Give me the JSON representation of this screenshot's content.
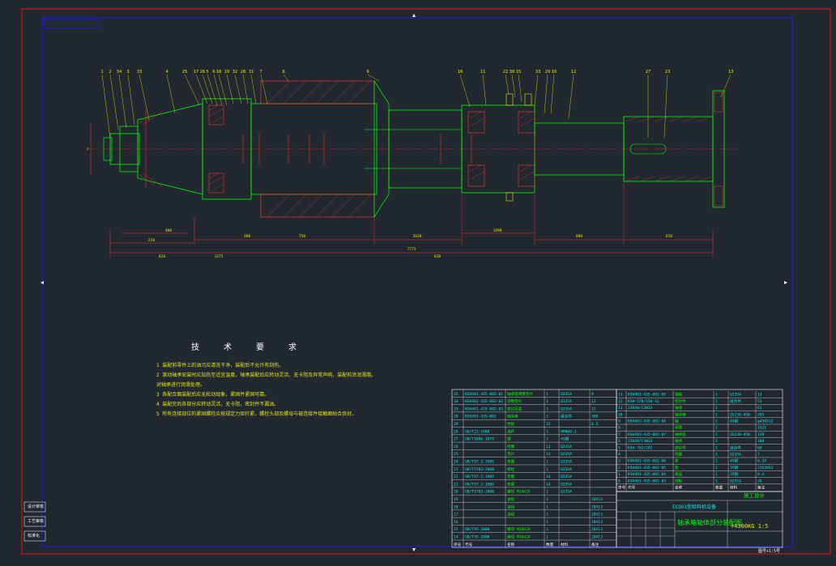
{
  "drawing": {
    "title": "轴承箱轴体部分装配图",
    "drawing_number": "+4300KG 1:5",
    "company": "ECOO1型给料机设备",
    "scale_note": "图号+1:5号",
    "technical_requirements_title": "技 术 要 求",
    "technical_requirements": [
      "1 装配前零件上的油污应清洗干净，装配后不允许有刮伤。",
      "2 滚动轴承安装时应加热至适宜温度，轴承装配后应转动灵活，无卡阻及异常声响，装配前涂润滑脂。",
      "  对轴承进行润滑处理。",
      "3 各配合面装配后应无松动现象，紧固件紧固可靠。",
      "4 装配完后各部分应转动灵活，无卡阻，密封件不漏油。",
      "5 所有连接部位的紧固螺栓应按规定力矩拧紧，螺栓头部及螺母与被连接件接触面贴合良好。"
    ],
    "left_stamp_labels": [
      "设计审核",
      "工艺审核",
      "标准化"
    ],
    "balloons_top": [
      "1",
      "2",
      "34",
      "3",
      "33",
      "4",
      "25",
      "17",
      "26",
      "5",
      "6",
      "18",
      "19",
      "32",
      "28",
      "31",
      "7",
      "8",
      "9",
      "10",
      "11",
      "22",
      "30",
      "15",
      "33",
      "29",
      "16",
      "12",
      "27",
      "23",
      "13"
    ],
    "dimension_labels": [
      "?",
      "400",
      "220",
      "300",
      "750",
      "2620",
      "1490",
      "800",
      "650",
      "7775",
      "1275",
      "820",
      "620"
    ]
  },
  "bom_left": {
    "rows": [
      [
        "35",
        "KSH401-435-002-01",
        "轴承座调整垫片",
        "1",
        "Q235A",
        "9"
      ],
      [
        "34",
        "KSH401-435-002-02",
        "调整垫片",
        "1",
        "Q235A",
        "12"
      ],
      [
        "33",
        "KSH401-435-002-03",
        "密封压盖",
        "1",
        "Q235A",
        "12"
      ],
      [
        "30",
        "KSH401-435-002",
        "轴承座",
        "1",
        "组合件",
        "300"
      ],
      [
        "29",
        "",
        "挡板",
        "32",
        "",
        "0.5"
      ],
      [
        "28",
        "GB/T23-1988",
        "油杯",
        "1",
        "HPN00-1",
        ""
      ],
      [
        "27",
        "GB/T1096-1979",
        "键",
        "1",
        "45钢",
        ""
      ],
      [
        "26",
        "",
        "挡圈",
        "12",
        "Q235A",
        ""
      ],
      [
        "25",
        "",
        "垫片",
        "12",
        "Q235A",
        ""
      ],
      [
        "24",
        "GB/T97.2-1985",
        "垫圈",
        "1",
        "Q235A",
        ""
      ],
      [
        "23",
        "GB/T5783-2000",
        "螺栓",
        "1",
        "Q235A",
        ""
      ],
      [
        "22",
        "GB/T97.1-1985",
        "垫圈",
        "14",
        "Q235A",
        ""
      ],
      [
        "21",
        "GB/T97.2-1985",
        "垫圈",
        "14",
        "Q235A",
        ""
      ],
      [
        "20",
        "GB/T5783-2000",
        "螺栓 M14X35",
        "1",
        "Q235A",
        ""
      ],
      [
        "19",
        "",
        "油毡",
        "1",
        "",
        "20X13"
      ],
      [
        "18",
        "",
        "油毡",
        "1",
        "",
        "20X13"
      ],
      [
        "17",
        "",
        "油毡",
        "1",
        "",
        "20X13"
      ],
      [
        "16",
        "",
        "",
        "1",
        "",
        "20X13"
      ],
      [
        "15",
        "GB/T95-2000",
        "螺母 M10X20",
        "1",
        "",
        "20X13"
      ],
      [
        "14",
        "GB/T95-2000",
        "螺母 M10X20",
        "1",
        "",
        "20X13"
      ]
    ],
    "header": [
      "序号",
      "代号",
      "名称",
      "数量",
      "材料",
      "备注"
    ]
  },
  "bom_right": {
    "rows": [
      [
        "13",
        "KSH401-435-002-09",
        "轴端",
        "1",
        "Q235A",
        "13"
      ],
      [
        "12",
        "KSH-570/150 S2",
        "密封件",
        "1",
        "组合件",
        "53"
      ],
      [
        "11",
        "23040/C3W33",
        "轴承",
        "1",
        "",
        "62"
      ],
      [
        "10",
        "",
        "轴承座",
        "1",
        "ZG230-450",
        "285"
      ],
      [
        "9",
        "KSH401-435-002-08",
        "轴",
        "1",
        "45钢",
        "φ450X12"
      ],
      [
        "8",
        "",
        "卷筒",
        "1",
        "",
        "1521"
      ],
      [
        "7",
        "KSH401-435-002-07",
        "轴承座",
        "1",
        "ZG230-450",
        "120"
      ],
      [
        "6",
        "23040/C3W33",
        "轴承",
        "1",
        "",
        "100"
      ],
      [
        "5",
        "KSH-702/202",
        "密封件",
        "1",
        "组合件",
        "66"
      ],
      [
        "4",
        "",
        "挡圈",
        "1",
        "Q235A",
        "7"
      ],
      [
        "3",
        "KSH401-435-002-06",
        "套",
        "1",
        "45钢",
        "6.34"
      ],
      [
        "2",
        "KSH401-435-002-05",
        "套",
        "1",
        "35钢",
        "23X30X3"
      ],
      [
        "1",
        "KSH401-435-002-04",
        "端盖",
        "1",
        "35钢",
        "0.4"
      ],
      [
        "0",
        "KSH401-435-002-03",
        "挡板",
        "1",
        "Q235A",
        "20"
      ]
    ],
    "header": [
      "序号",
      "代号",
      "名称",
      "数量",
      "材料",
      "备注"
    ],
    "construction_label": "施工设计"
  },
  "colors": {
    "background": "#212830",
    "frame": "#d01010",
    "inner_frame": "#1a1af0",
    "outline": "#00ff00",
    "centerline": "#ff2020",
    "hatch": "#ff3030",
    "text": "#e8e800",
    "dim": "#ff3030",
    "table": "#ffffff"
  }
}
